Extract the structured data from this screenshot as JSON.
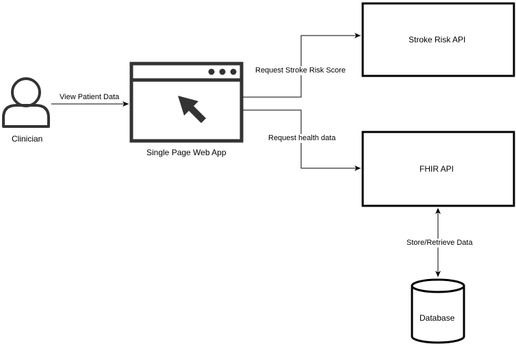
{
  "actor": {
    "label": "Clinician"
  },
  "web_app": {
    "label": "Single Page Web App"
  },
  "nodes": {
    "stroke_risk_api": "Stroke Risk API",
    "fhir_api": "FHIR API",
    "database": "Database"
  },
  "edges": {
    "view_patient_data": "View Patient Data",
    "request_stroke_risk_score": "Request Stroke Risk Score",
    "request_health_data": "Request health data",
    "store_retrieve_data": "Store/Retrieve Data"
  },
  "colors": {
    "stroke": "#000000",
    "icon": "#333333",
    "background": "#ffffff"
  }
}
